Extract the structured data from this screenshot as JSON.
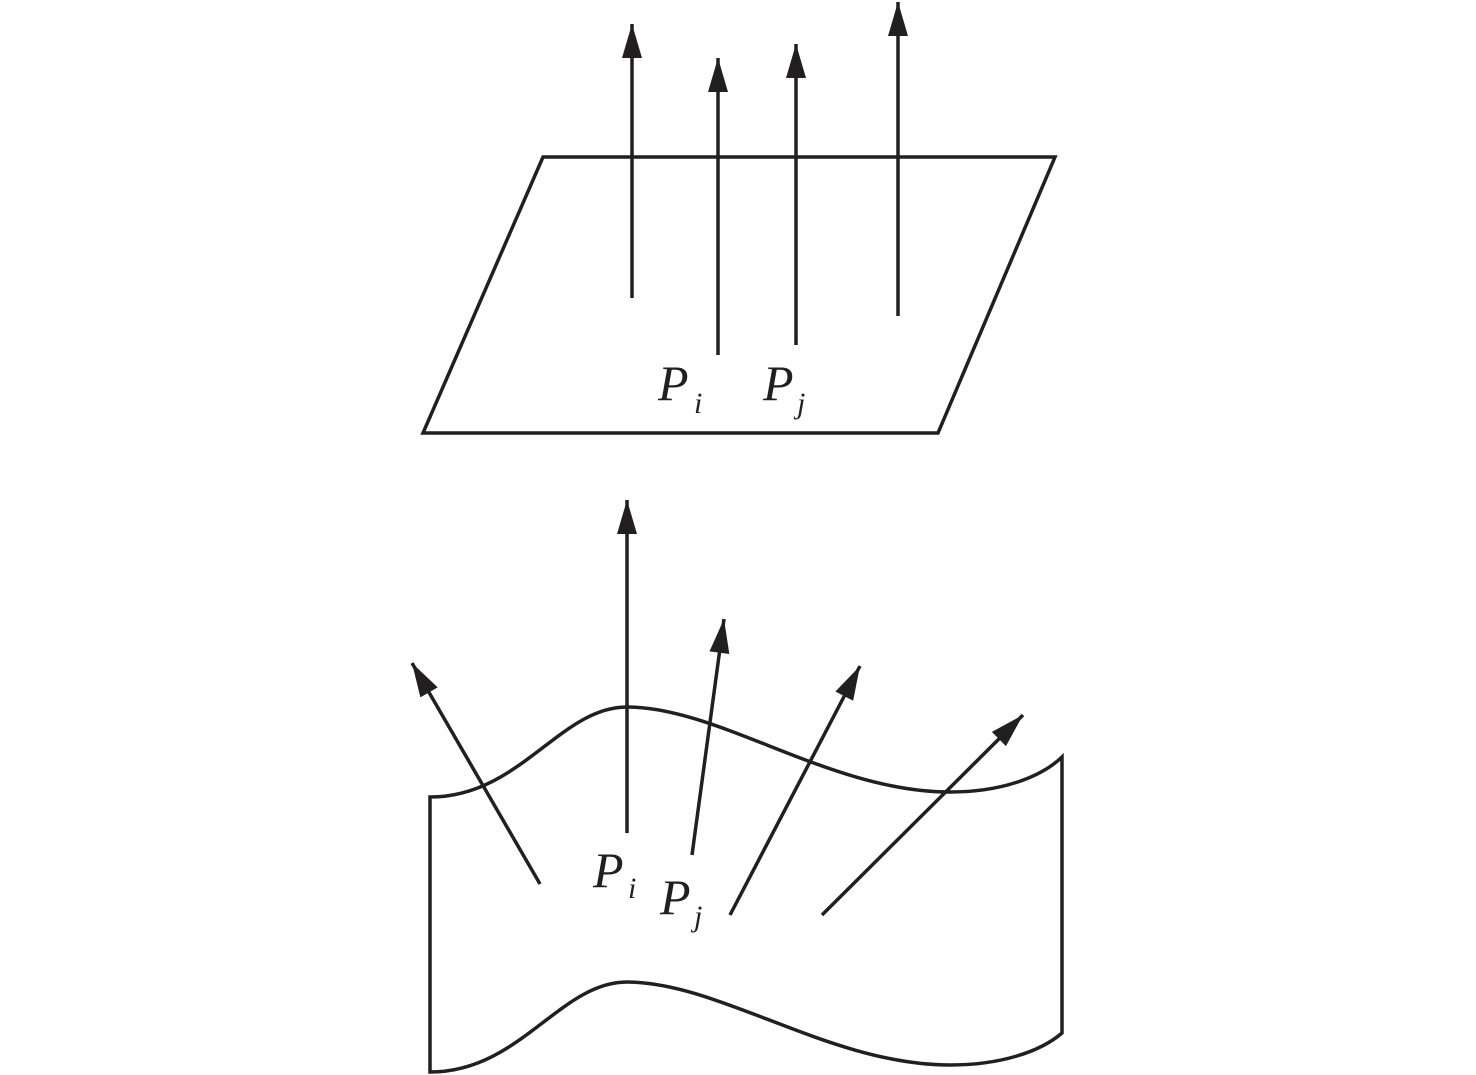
{
  "diagram": {
    "top_panel": {
      "description_labels": [
        {
          "base": "P",
          "sub": "i"
        },
        {
          "base": "P",
          "sub": "j"
        }
      ]
    },
    "bottom_panel": {
      "description_labels": [
        {
          "base": "P",
          "sub": "i"
        },
        {
          "base": "P",
          "sub": "j"
        }
      ]
    },
    "colors": {
      "stroke": "#231f20",
      "background": "#ffffff"
    }
  }
}
